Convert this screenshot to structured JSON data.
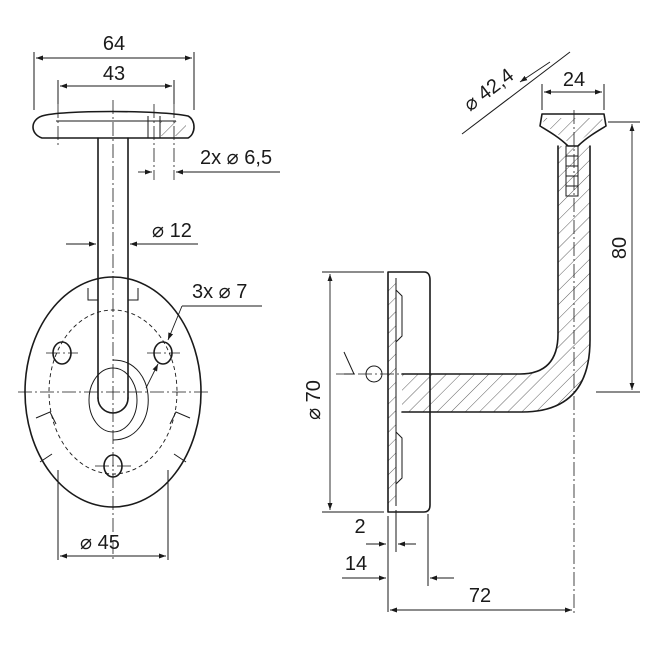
{
  "drawing": {
    "front_view": {
      "dims": {
        "top_plate_width": "64",
        "top_hole_span": "43",
        "top_holes": "2x ⌀ 6,5",
        "tube_diameter": "⌀ 12",
        "base_holes": "3x ⌀ 7",
        "base_bolt_circle": "⌀ 45"
      }
    },
    "side_view": {
      "dims": {
        "saddle_radius": "⌀ 42,4",
        "saddle_width": "24",
        "height": "80",
        "base_diameter": "⌀ 70",
        "plate_thickness": "2",
        "base_depth": "14",
        "projection": "72"
      }
    }
  }
}
